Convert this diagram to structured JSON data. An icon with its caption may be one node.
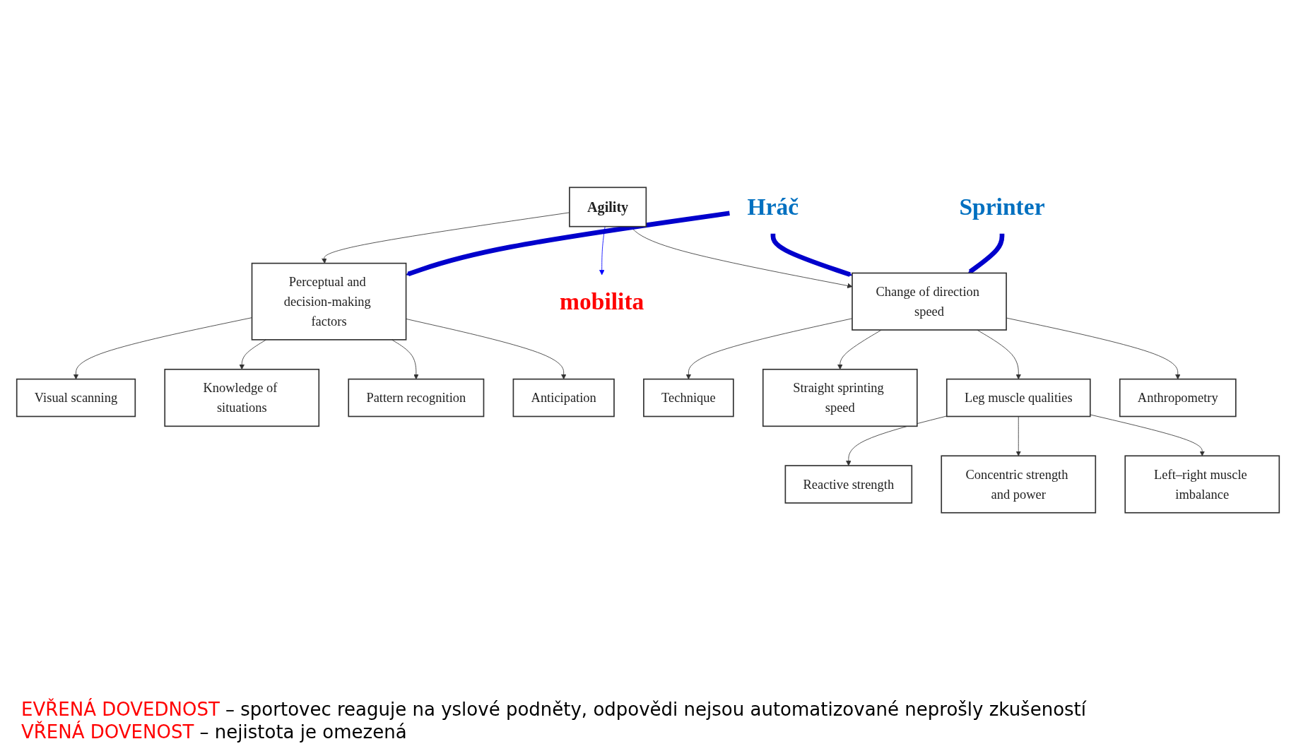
{
  "diagram": {
    "nodes": [
      {
        "text": [
          "Agility"
        ]
      },
      {
        "text": [
          "Hráč"
        ]
      },
      {
        "text": [
          "Sprinter"
        ]
      },
      {
        "text": [
          "Perceptual and decision-making factors"
        ]
      },
      {
        "text": [
          "mobilita"
        ]
      },
      {
        "text": [
          "Change of direction speed"
        ]
      },
      {
        "text": [
          "Visual scanning"
        ]
      },
      {
        "text": [
          "Knowledge of situations"
        ]
      },
      {
        "text": [
          "Pattern recognition"
        ]
      },
      {
        "text": [
          "Anticipation"
        ]
      },
      {
        "text": [
          "Technique"
        ]
      },
      {
        "text": [
          "Straight sprinting speed"
        ]
      },
      {
        "text": [
          "Leg muscle qualities"
        ]
      },
      {
        "text": [
          "Anthropometry"
        ]
      },
      {
        "text": [
          "Reactive strength"
        ]
      },
      {
        "text": [
          "Concentric strength and power"
        ]
      },
      {
        "text": [
          "Left–right muscle imbalance"
        ]
      }
    ],
    "edges": [
      {
        "from": 0,
        "to": 3,
        "arrow": "to"
      },
      {
        "from": 0,
        "to": 5,
        "arrow": "to"
      },
      {
        "from": 0,
        "to": 4,
        "arrow": "to",
        "color": "#0000ff"
      },
      {
        "from": 1,
        "to": 3,
        "arrow": "to",
        "style": "thick",
        "color": "#0000cc"
      },
      {
        "from": 1,
        "to": 5,
        "arrow": "to",
        "style": "thick",
        "color": "#0000cc"
      },
      {
        "from": 2,
        "to": 5,
        "arrow": "to",
        "style": "thick",
        "color": "#0000cc"
      },
      {
        "from": 3,
        "to": 6,
        "arrow": "to"
      },
      {
        "from": 3,
        "to": 7,
        "arrow": "to"
      },
      {
        "from": 3,
        "to": 8,
        "arrow": "to"
      },
      {
        "from": 3,
        "to": 9,
        "arrow": "to"
      },
      {
        "from": 5,
        "to": 10,
        "arrow": "to"
      },
      {
        "from": 5,
        "to": 11,
        "arrow": "to"
      },
      {
        "from": 5,
        "to": 12,
        "arrow": "to"
      },
      {
        "from": 5,
        "to": 13,
        "arrow": "to"
      },
      {
        "from": 12,
        "to": 14,
        "arrow": "to"
      },
      {
        "from": 12,
        "to": 15,
        "arrow": "to"
      },
      {
        "from": 12,
        "to": 16,
        "arrow": "to"
      }
    ],
    "labels": [
      "EVŘENÁ DOVEDNOST",
      "– sportovec reaguje na yslové podněty, odpovědi nejsou automatizované neprošly zkušeností",
      "VŘENÁ DOVENOST",
      "– nejistota je omezená"
    ]
  }
}
